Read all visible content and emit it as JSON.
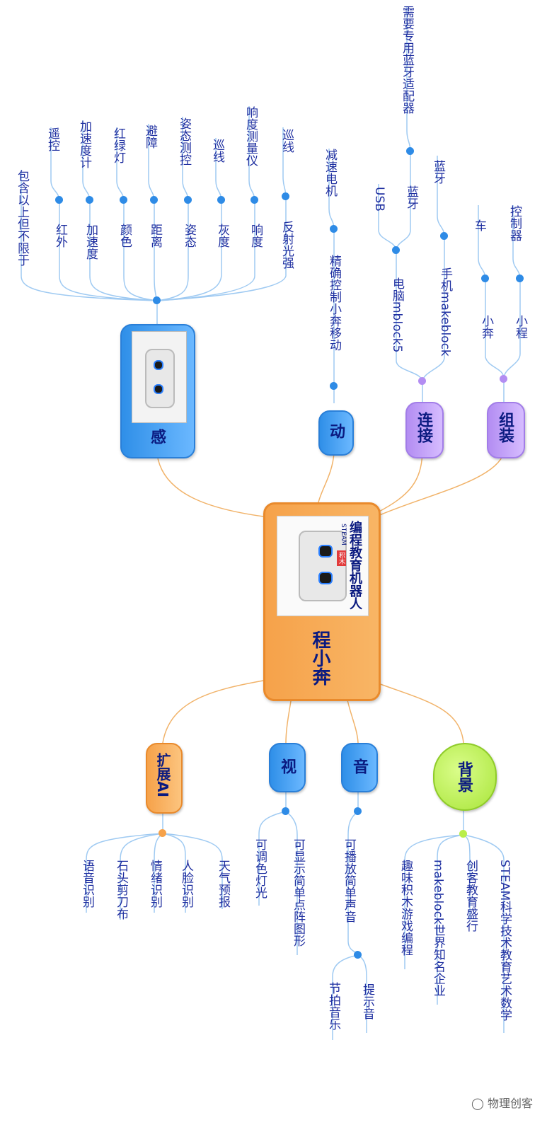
{
  "center": {
    "label": "程小奔",
    "img_title": "编程教育机器人",
    "img_sub": "STEAM",
    "img_badge": "积木"
  },
  "branches": {
    "zuzhuang": "组装",
    "lianjie": "连接",
    "dong": "动",
    "gan": "感",
    "beijing": "背景",
    "yin": "音",
    "shi": "视",
    "kuozhan": "扩展AI"
  },
  "zuzhuang": {
    "xiaocheng": "小程",
    "kongzhiqi": "控制器",
    "xiaoben": "小奔",
    "che": "车"
  },
  "lianjie": {
    "shouji": "手机makeblock",
    "lanya": "蓝牙",
    "diannao": "电脑mblock5",
    "lanya2": "蓝牙",
    "usb": "USB",
    "shipeiqi": "需要专用蓝牙适配器"
  },
  "dong": {
    "jingque": "精确控制小奔移动",
    "jiansu": "减速电机"
  },
  "gan": {
    "l1_a": "反射光强",
    "l2_a": "巡线",
    "l1_b": "响度",
    "l2_b": "响度测量仪",
    "l1_c": "灰度",
    "l2_c": "巡线",
    "l1_d": "姿态",
    "l2_d": "姿态测控",
    "l1_e": "距离",
    "l2_e": "避障",
    "l1_f": "颜色",
    "l2_f": "红绿灯",
    "l1_g": "加速度",
    "l2_g": "加速度计",
    "l1_h": "红外",
    "l2_h": "遥控",
    "l1_i": "包含以上但不限于"
  },
  "beijing": {
    "a": "STEAM科学技术教育艺术数学",
    "b": "创客教育盛行",
    "c": "makeblock世界知名企业",
    "d": "趣味积木游戏编程"
  },
  "yin": {
    "a": "可播放简单声音",
    "b": "提示音",
    "c": "节拍音乐"
  },
  "shi": {
    "a": "可显示简单点阵图形",
    "b": "可调色灯光"
  },
  "kuozhan": {
    "a": "天气预报",
    "b": "人脸识别",
    "c": "情绪识别",
    "d": "石头剪刀布",
    "e": "语音识别"
  },
  "watermark": "物理创客",
  "colors": {
    "orange": "#f6a24a",
    "blue": "#3f9bf0",
    "purple": "#b894f2",
    "green": "#b9ee4a",
    "line_orange": "#f1b36a",
    "line_blue": "#9fcaf2",
    "dot_blue": "#2e8be6"
  }
}
